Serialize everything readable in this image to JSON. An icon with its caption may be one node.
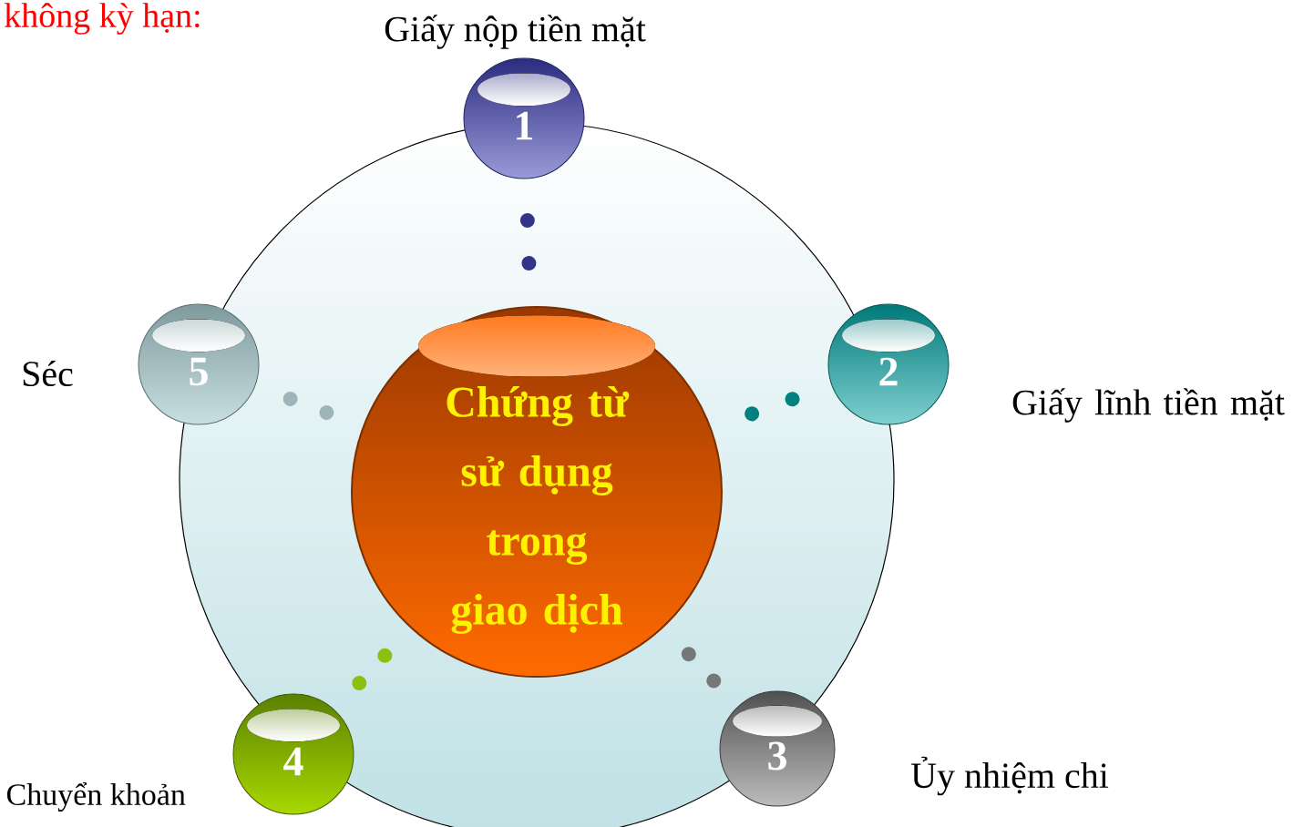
{
  "diagram": {
    "nodes": [
      {
        "text": [],
        "shape": "circle"
      },
      {
        "text": [
          "Chứng từ sử dụng trong giao dịch"
        ],
        "in": 0
      },
      {
        "text": [
          "1"
        ],
        "beside": [
          "Giấy nộp tiền mặt"
        ]
      },
      {
        "text": [
          "2"
        ],
        "beside": [
          "Giấy lĩnh tiền mặt"
        ]
      },
      {
        "text": [
          "3"
        ],
        "beside": [
          "Ủy nhiệm chi"
        ]
      },
      {
        "text": [
          "4"
        ],
        "beside": [
          "Chuyển khoản"
        ]
      },
      {
        "text": [
          "5"
        ],
        "beside": [
          "Séc"
        ]
      }
    ],
    "edges": [
      {
        "from": 1,
        "to": 2,
        "arrow": "none",
        "style": "dashed",
        "color": "#33338a"
      },
      {
        "from": 1,
        "to": 3,
        "arrow": "none",
        "style": "dashed",
        "color": "#008080"
      },
      {
        "from": 1,
        "to": 4,
        "arrow": "none",
        "style": "dashed",
        "color": "#777777"
      },
      {
        "from": 1,
        "to": 5,
        "arrow": "none",
        "style": "dashed",
        "color": "#8cbf10"
      },
      {
        "from": 1,
        "to": 6,
        "arrow": "none",
        "style": "dashed",
        "color": "#9fb4b8"
      }
    ],
    "labels": [
      "không kỳ hạn:"
    ]
  }
}
